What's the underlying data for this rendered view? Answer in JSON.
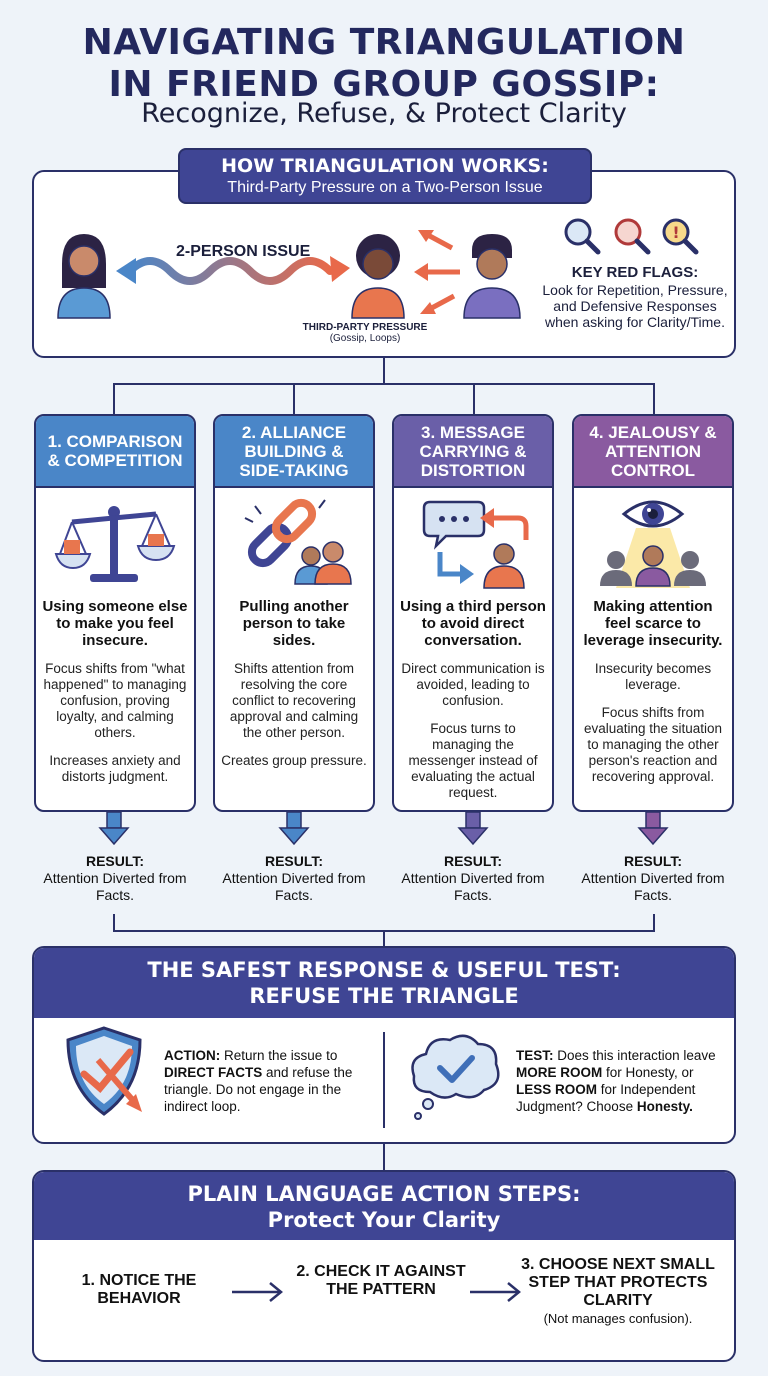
{
  "header": {
    "title_line1": "NAVIGATING TRIANGULATION",
    "title_line2": "IN FRIEND GROUP GOSSIP:",
    "subtitle": "Recognize, Refuse, & Protect Clarity"
  },
  "how_it_works": {
    "title": "HOW TRIANGULATION WORKS:",
    "subtitle": "Third-Party Pressure on a Two-Person Issue",
    "two_person_label": "2-PERSON ISSUE",
    "pressure_label": "THIRD-PARTY PRESSURE",
    "pressure_sub": "(Gossip, Loops)",
    "red_flags_title": "KEY RED FLAGS:",
    "red_flags_text": "Look for Repetition, Pressure, and Defensive Responses when asking for Clarity/Time."
  },
  "cards": [
    {
      "header": "1. COMPARISON & COMPETITION",
      "color": "#4a86c8",
      "lead": "Using someone else to make you feel insecure.",
      "text1": "Focus shifts from \"what happened\" to managing confusion, proving loyalty, and calming others.",
      "text2": "Increases anxiety and distorts judgment.",
      "icon": "balance-scale-icon"
    },
    {
      "header": "2. ALLIANCE BUILDING & SIDE-TAKING",
      "color": "#4a86c8",
      "lead": "Pulling another person to take sides.",
      "text1": "Shifts attention from resolving the core conflict to recovering approval and calming the other person.",
      "text2": "Creates group pressure.",
      "icon": "chain-link-icon"
    },
    {
      "header": "3. MESSAGE CARRYING & DISTORTION",
      "color": "#6a5fa8",
      "lead": "Using a third person to avoid direct conversation.",
      "text1": "Direct communication is avoided, leading to confusion.",
      "text2": "Focus turns to managing the messenger instead of evaluating the actual request.",
      "icon": "message-loop-icon"
    },
    {
      "header": "4. JEALOUSY & ATTENTION CONTROL",
      "color": "#8a5aa0",
      "lead": "Making attention feel scarce to leverage insecurity.",
      "text1": "Insecurity becomes leverage.",
      "text2": "Focus shifts from evaluating the situation to managing the other person's reaction and recovering approval.",
      "icon": "eye-spotlight-icon"
    }
  ],
  "result": {
    "label": "RESULT:",
    "text": "Attention Diverted from Facts."
  },
  "safest": {
    "title_line1": "THE SAFEST RESPONSE & USEFUL TEST:",
    "title_line2": "REFUSE THE TRIANGLE",
    "action_label": "ACTION:",
    "action_a": "Return the issue to",
    "action_b": "DIRECT FACTS",
    "action_c": "and refuse the triangle. Do not engage in the indirect loop.",
    "test_label": "TEST:",
    "test_a": "Does this interaction leave",
    "test_b": "MORE ROOM",
    "test_c": "for Honesty, or",
    "test_d": "LESS ROOM",
    "test_e": "for Independent Judgment? Choose",
    "test_f": "Honesty."
  },
  "steps": {
    "title_line1": "PLAIN LANGUAGE ACTION STEPS:",
    "title_line2": "Protect Your Clarity",
    "step1": "1. NOTICE THE BEHAVIOR",
    "step2": "2. CHECK IT AGAINST THE PATTERN",
    "step3": "3. CHOOSE NEXT SMALL STEP THAT PROTECTS CLARITY",
    "step3_note": "(Not manages confusion)."
  }
}
